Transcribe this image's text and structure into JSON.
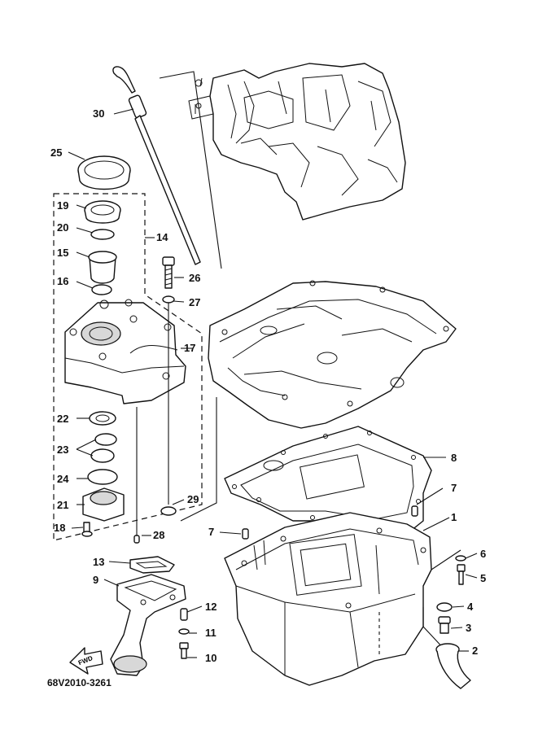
{
  "diagram": {
    "callouts": [
      "1",
      "2",
      "3",
      "4",
      "5",
      "6",
      "7",
      "7",
      "8",
      "9",
      "10",
      "11",
      "12",
      "13",
      "14",
      "15",
      "16",
      "17",
      "18",
      "19",
      "20",
      "21",
      "22",
      "23",
      "24",
      "25",
      "26",
      "27",
      "28",
      "29",
      "30"
    ],
    "fwd_arrow_label": "FWD",
    "diagram_code": "68V2010-3261"
  }
}
